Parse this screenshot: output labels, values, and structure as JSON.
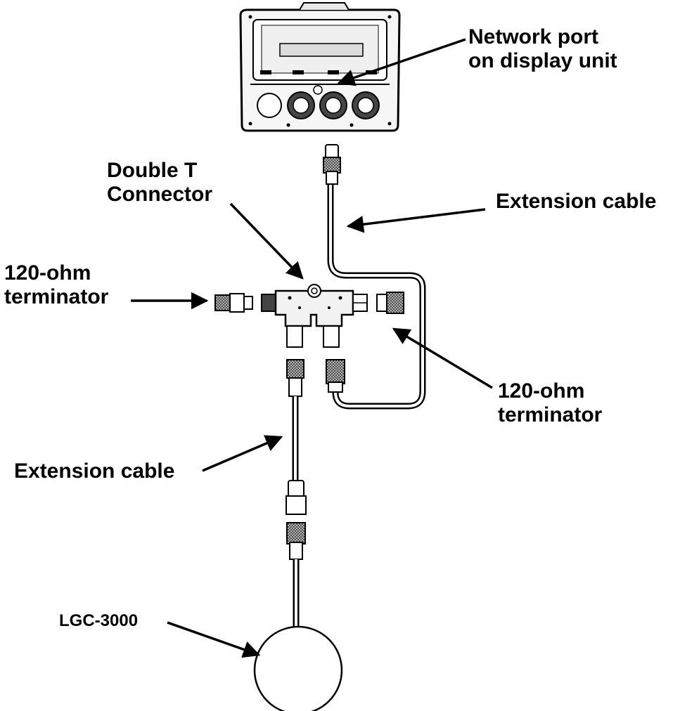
{
  "colors": {
    "ink": "#000000",
    "paper": "#ffffff",
    "device_fill": "#f4f4f4",
    "metal": "#bdbdbd",
    "dark_metal": "#3a3a3a"
  },
  "labels": {
    "network_port": [
      "Network port",
      "on display unit"
    ],
    "double_t": [
      "Double T",
      "Connector"
    ],
    "extension_cable_top": "Extension cable",
    "terminator_left": [
      "120-ohm",
      "terminator"
    ],
    "terminator_right": [
      "120-ohm",
      "terminator"
    ],
    "extension_cable_bottom": "Extension cable",
    "lgc": "LGC-3000"
  },
  "icons": [
    "display-unit-icon",
    "t-connector-icon",
    "terminator-icon",
    "cable-plug-icon",
    "lgc-sensor-icon",
    "arrow-icon"
  ]
}
